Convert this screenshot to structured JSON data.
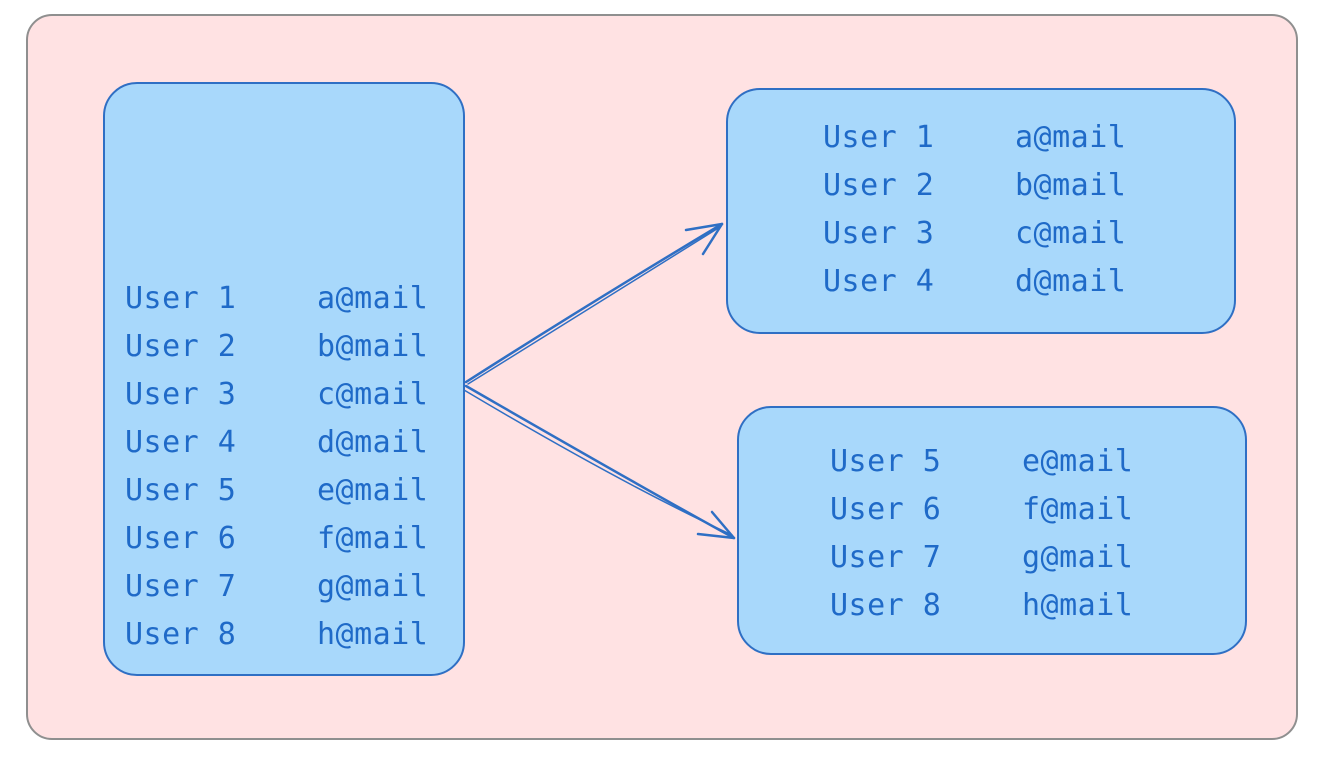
{
  "source": {
    "rows": [
      {
        "name": "User 1",
        "email": "a@mail"
      },
      {
        "name": "User 2",
        "email": "b@mail"
      },
      {
        "name": "User 3",
        "email": "c@mail"
      },
      {
        "name": "User 4",
        "email": "d@mail"
      },
      {
        "name": "User 5",
        "email": "e@mail"
      },
      {
        "name": "User 6",
        "email": "f@mail"
      },
      {
        "name": "User 7",
        "email": "g@mail"
      },
      {
        "name": "User 8",
        "email": "h@mail"
      }
    ]
  },
  "target1": {
    "rows": [
      {
        "name": "User 1",
        "email": "a@mail"
      },
      {
        "name": "User 2",
        "email": "b@mail"
      },
      {
        "name": "User 3",
        "email": "c@mail"
      },
      {
        "name": "User 4",
        "email": "d@mail"
      }
    ]
  },
  "target2": {
    "rows": [
      {
        "name": "User 5",
        "email": "e@mail"
      },
      {
        "name": "User 6",
        "email": "f@mail"
      },
      {
        "name": "User 7",
        "email": "g@mail"
      },
      {
        "name": "User 8",
        "email": "h@mail"
      }
    ]
  },
  "colors": {
    "background": "#ffe2e3",
    "box_fill": "#a8d8fb",
    "box_stroke": "#2f6fc4",
    "text": "#1f6ac8",
    "frame_border": "#8f8f8f"
  }
}
